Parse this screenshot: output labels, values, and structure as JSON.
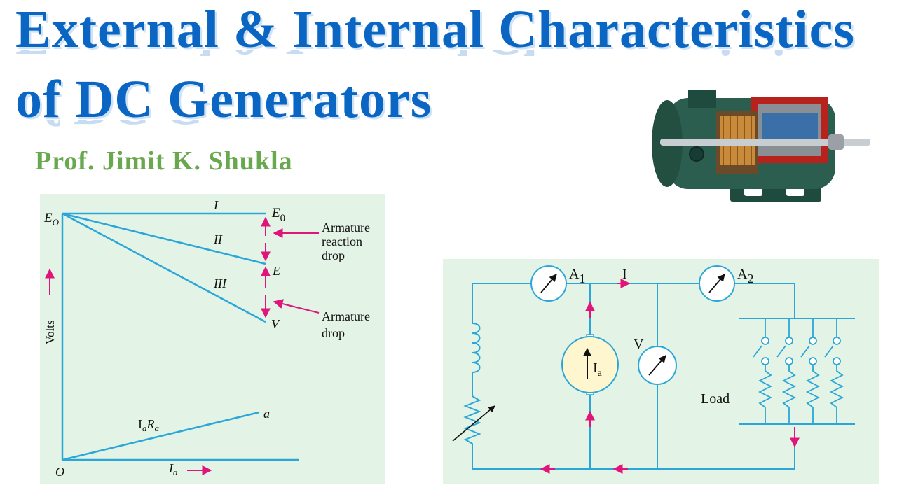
{
  "header": {
    "title_line1": "External & Internal Characteristics",
    "title_line2": "of DC Generators",
    "author": "Prof. Jimit K. Shukla"
  },
  "graph": {
    "curve_I": "I",
    "curve_II": "II",
    "curve_III": "III",
    "label_E0_left_main": "E",
    "label_E0_left_sub": "O",
    "label_E0_right_main": "E",
    "label_E0_right_sub": "0",
    "label_E": "E",
    "label_V": "V",
    "label_a": "a",
    "label_O": "O",
    "label_IaRa_I": "I",
    "label_IaRa_a": "a",
    "label_IaRa_R": "R",
    "label_IaRa_a2": "a",
    "label_Ia_I": "I",
    "label_Ia_a": "a",
    "y_axis": "Volts",
    "armature_reaction_line1": "Armature",
    "armature_reaction_line2": "reaction",
    "armature_reaction_line3": "drop",
    "armature_drop_line1": "Armature",
    "armature_drop_line2": "drop"
  },
  "circuit": {
    "A1_main": "A",
    "A1_sub": "1",
    "A2_main": "A",
    "A2_sub": "2",
    "current_I": "I",
    "voltmeter": "V",
    "generator_I": "I",
    "generator_a": "a",
    "load": "Load"
  },
  "colors": {
    "title": "#0a66c2",
    "author": "#6aa84f",
    "line": "#2aa7d8",
    "arrow": "#e0157a",
    "panel": "#e3f3e6",
    "generator_fill": "#fdf6cf"
  }
}
